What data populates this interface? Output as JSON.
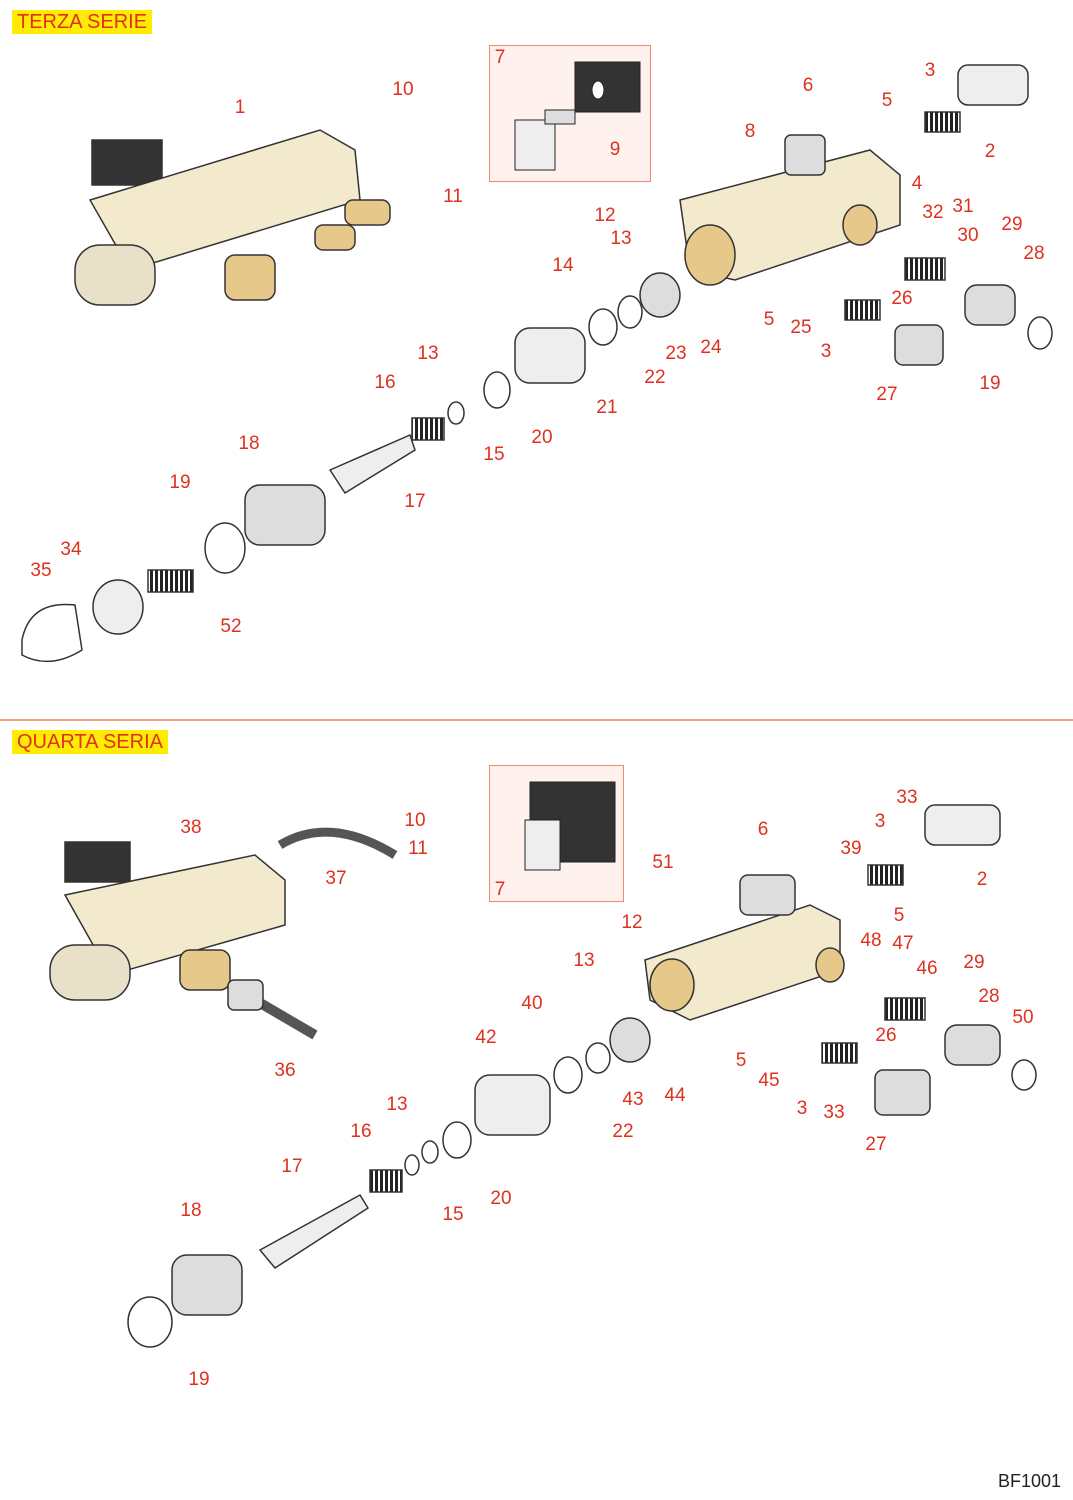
{
  "sections": [
    {
      "title": "TERZA SERIE",
      "labels": [
        "1",
        "10",
        "7",
        "9",
        "11",
        "6",
        "5",
        "3",
        "2",
        "4",
        "8",
        "12",
        "13",
        "14",
        "32",
        "31",
        "30",
        "29",
        "28",
        "26",
        "5",
        "25",
        "3",
        "27",
        "19",
        "24",
        "23",
        "22",
        "21",
        "20",
        "13",
        "16",
        "15",
        "17",
        "18",
        "19",
        "34",
        "35",
        "52"
      ]
    },
    {
      "title": "QUARTA SERIA",
      "labels": [
        "38",
        "37",
        "36",
        "10",
        "11",
        "7",
        "51",
        "6",
        "33",
        "3",
        "39",
        "2",
        "5",
        "12",
        "13",
        "40",
        "48",
        "47",
        "46",
        "29",
        "28",
        "50",
        "26",
        "5",
        "45",
        "3",
        "33",
        "27",
        "42",
        "44",
        "43",
        "22",
        "20",
        "13",
        "16",
        "15",
        "17",
        "18",
        "19"
      ]
    }
  ],
  "drawing_code": "BF1001",
  "colors": {
    "label": "#e0301e",
    "header_bg": "#ffec00",
    "divider": "#f0a27a",
    "body": "#f3e9cc"
  }
}
